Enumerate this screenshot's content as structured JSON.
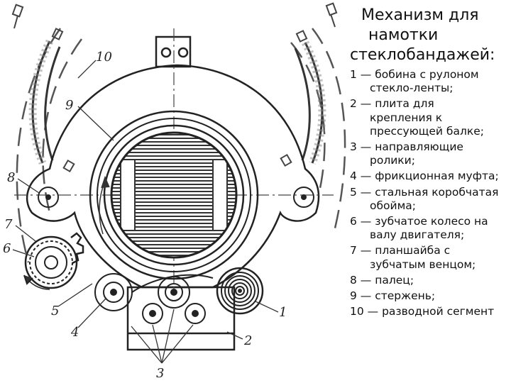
{
  "title_lines": [
    "Механизм для",
    "намотки",
    "стеклобандажей:"
  ],
  "legend": [
    {
      "lines": [
        "1 — бобина с рулоном",
        "стекло-ленты;"
      ]
    },
    {
      "lines": [
        "2 — плита для",
        "крепления к",
        "прессующей балке;"
      ]
    },
    {
      "lines": [
        "3 — направляющие",
        "ролики;"
      ]
    },
    {
      "lines": [
        "4 — фрикционная муфта;"
      ]
    },
    {
      "lines": [
        "5 — стальная коробчатая",
        "обойма;"
      ]
    },
    {
      "lines": [
        "6 — зубчатое колесо на",
        "валу двигателя;"
      ]
    },
    {
      "lines": [
        "7 — планшайба с",
        "зубчатым венцом;"
      ]
    },
    {
      "lines": [
        "8 — палец;"
      ]
    },
    {
      "lines": [
        "9 — стержень;"
      ]
    },
    {
      "lines": [
        "10 — разводной сегмент"
      ]
    }
  ],
  "diagram_labels": [
    "1",
    "2",
    "3",
    "4",
    "5",
    "6",
    "7",
    "8",
    "9",
    "10"
  ]
}
